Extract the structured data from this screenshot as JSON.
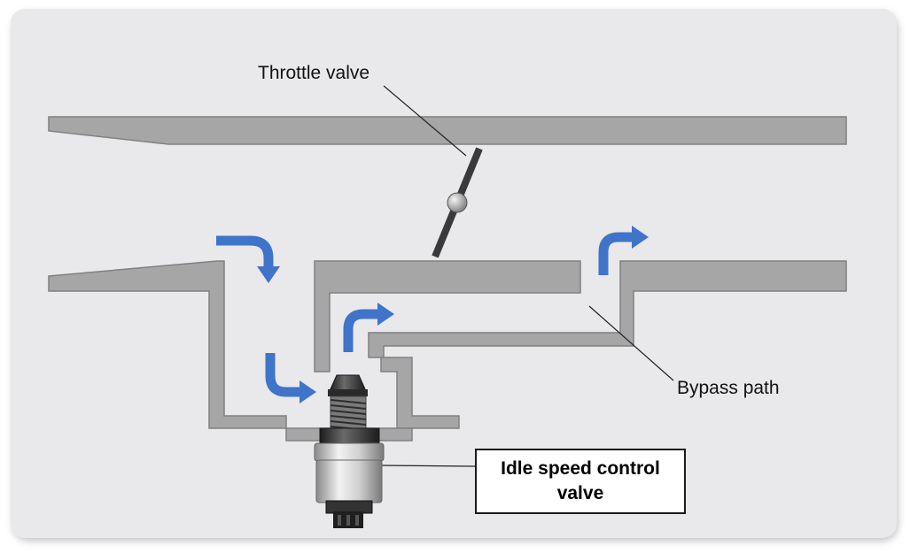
{
  "labels": {
    "throttle_valve": "Throttle valve",
    "bypass_path": "Bypass path",
    "idle_speed_control_valve": "Idle speed control\nvalve"
  },
  "colors": {
    "panel_background": "#e9e8eb",
    "wall_fill": "#a6a6a6",
    "wall_edge": "#808080",
    "flow_arrow": "#3f74c9",
    "valve_plate": "#3c3c3c"
  },
  "icons": {
    "flow_arrow": "curved-arrow-icon",
    "valve": "idle-speed-control-valve-icon",
    "throttle": "throttle-butterfly-icon"
  }
}
